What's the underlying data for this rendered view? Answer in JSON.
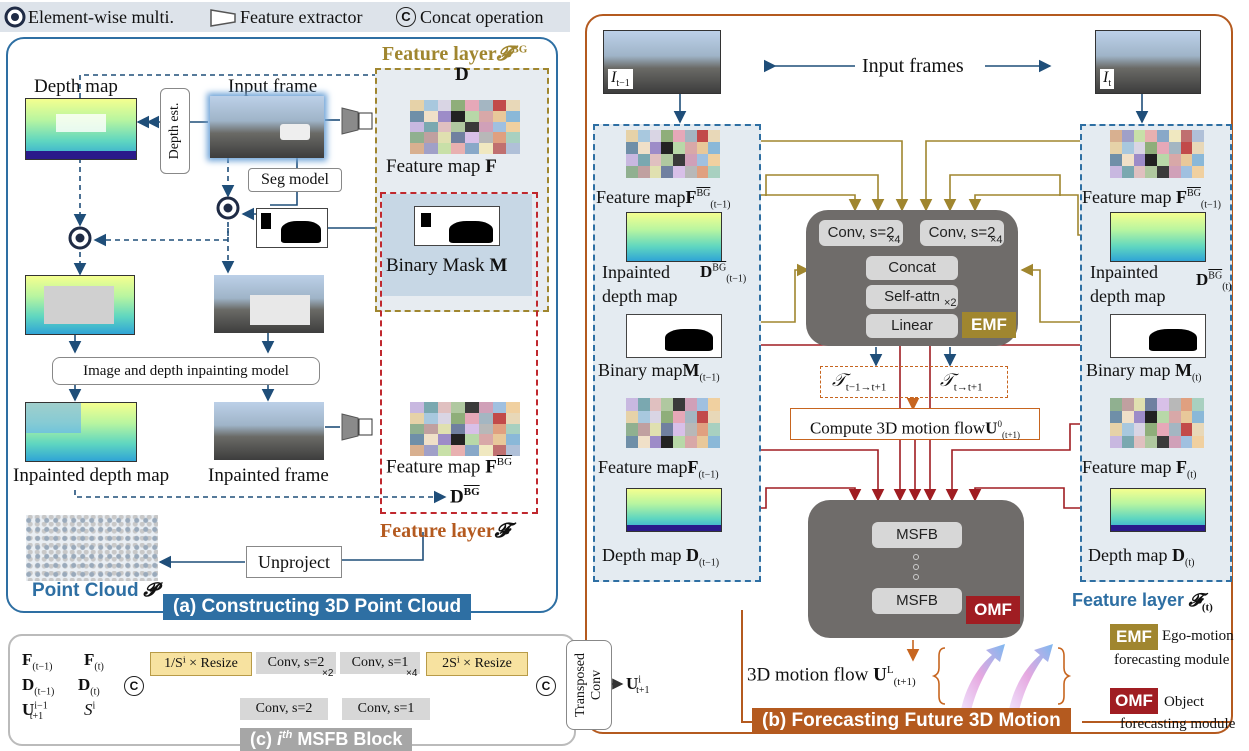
{
  "legend": {
    "elem": "Element-wise multi.",
    "feat": "Feature extractor",
    "concat": "Concat operation",
    "concat_symbol": "C"
  },
  "panel_a": {
    "caption": "(a) Constructing 3D Point Cloud",
    "depth_map": "Depth map",
    "input_frame": "Input frame",
    "depth_est": "Depth est.",
    "seg_model": "Seg model",
    "feature_layer_bg": "Feature layer",
    "feature_layer_bg_sym": "𝓕",
    "feature_layer_bg_sup": "BG",
    "D": "D",
    "feature_map_F": "Feature map",
    "F_sym": "F",
    "binary_mask": "Binary Mask",
    "M_sym": "M",
    "inpaint_model": "Image and depth inpainting model",
    "inpainted_depth": "Inpainted depth map",
    "inpainted_frame": "Inpainted frame",
    "feature_map_Fbg": "Feature map",
    "Fbg_sym": "F",
    "Fbg_sup": "BG",
    "Dbg_sym": "D",
    "Dbg_sup": "BG",
    "feature_layer": "Feature layer",
    "feature_layer_sym": "𝓕",
    "unproject": "Unproject",
    "point_cloud": "Point Cloud",
    "point_cloud_sym": "𝓟"
  },
  "panel_b": {
    "caption": "(b) Forecasting Future 3D Motion",
    "input_frames": "Input frames",
    "frame_prev_label": "I",
    "frame_prev_sub": "t−1",
    "frame_curr_label": "I",
    "frame_curr_sub": "t",
    "left": {
      "fmap_bg": "Feature map",
      "fmap_bg_sym": "F",
      "fmap_bg_sup": "BG",
      "fmap_bg_sub": "(t−1)",
      "inpainted": "Inpainted",
      "depth_map": "depth map",
      "inp_sym": "D",
      "inp_sup": "BG",
      "inp_sub": "(t−1)",
      "binary": "Binary map",
      "bin_sym": "M",
      "bin_sub": "(t−1)",
      "fmap": "Feature map",
      "fmap_sym": "F",
      "fmap_sub": "(t−1)",
      "dmap": "Depth map",
      "dmap_sym": "D",
      "dmap_sub": "(t−1)"
    },
    "right": {
      "fmap_bg": "Feature map",
      "fmap_bg_sym": "F",
      "fmap_bg_sup": "BG",
      "fmap_bg_sub": "(t−1)",
      "inpainted": "Inpainted",
      "depth_map": "depth map",
      "inp_sym": "D",
      "inp_sup": "BG",
      "inp_sub": "(t)",
      "binary": "Binary map",
      "bin_sym": "M",
      "bin_sub": "(t)",
      "fmap": "Feature map",
      "fmap_sym": "F",
      "fmap_sub": "(t)",
      "dmap": "Depth map",
      "dmap_sym": "D",
      "dmap_sub": "(t)"
    },
    "emf": {
      "conv1": "Conv, s=2",
      "conv2": "Conv, s=2",
      "times4": "×4",
      "concat": "Concat",
      "selfattn": "Self-attn",
      "times2": "×2",
      "linear": "Linear",
      "tag": "EMF"
    },
    "T1": "𝒯",
    "T1_sub": "t−1→t+1",
    "T2": "𝒯",
    "T2_sub": "t→t+1",
    "compute_flow": "Compute 3D motion flow",
    "U0_sym": "U",
    "U0_sup": "0",
    "U0_sub": "(t+1)",
    "omf": {
      "msfb1": "MSFB",
      "msfb2": "MSFB",
      "tag": "OMF"
    },
    "feature_layer": "Feature layer",
    "feature_layer_sym": "𝓕",
    "feature_layer_sub": "(t)",
    "motion_flow": "3D motion flow",
    "UL_sym": "U",
    "UL_sup": "L",
    "UL_sub": "(t+1)"
  },
  "side_legend": {
    "emf_tag": "EMF",
    "emf_line1": "Ego-motion",
    "emf_line2": "forecasting module",
    "omf_tag": "OMF",
    "omf_line1": "Object",
    "omf_line2": "forecasting module"
  },
  "panel_c": {
    "caption_pre": "(c) ",
    "caption_i": "i",
    "caption_th": "th",
    "caption_post": " MSFB Block",
    "in_F1": "F",
    "in_F1_sub": "(t−1)",
    "in_F2": "F",
    "in_F2_sub": "(t)",
    "in_D1": "D",
    "in_D1_sub": "(t−1)",
    "in_D2": "D",
    "in_D2_sub": "(t)",
    "in_U": "U",
    "in_U_sup": "i−1",
    "in_U_sub": "t+1",
    "in_S": "S",
    "in_S_sup": "i",
    "resize1": "1/Sⁱ × Resize",
    "convA": "Conv, s=2",
    "convA_x": "×2",
    "convB": "Conv, s=1",
    "convB_x": "×4",
    "resize2": "2Sⁱ × Resize",
    "convC": "Conv, s=2",
    "convD": "Conv, s=1",
    "transposed": "Transposed Conv",
    "out_U": "U",
    "out_U_sup": "i",
    "out_U_sub": "t+1"
  },
  "colors": {
    "blue_border": "#2e6fa3",
    "orange_border": "#b45a1f",
    "gold": "#a0862f",
    "dark_red": "#a01d22",
    "caption_blue": "#2e6fa3",
    "caption_orange": "#b45a1f"
  }
}
